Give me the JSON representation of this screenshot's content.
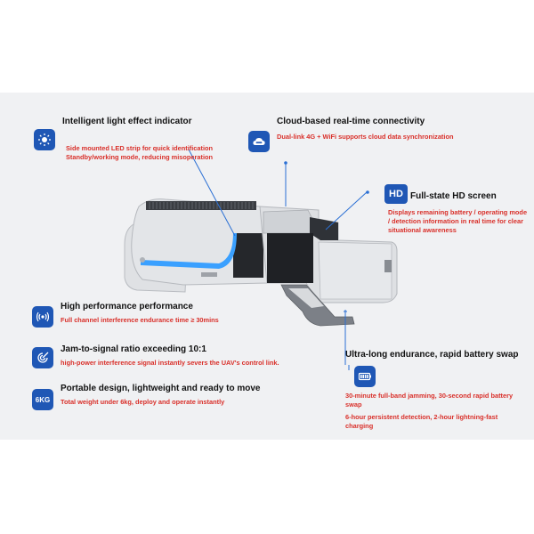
{
  "features": {
    "light": {
      "title": "Intelligent light effect indicator",
      "desc1": "Side mounted LED strip for quick identification",
      "desc2": "Standby/working mode, reducing misoperation",
      "icon": "sun-icon"
    },
    "cloud": {
      "title": "Cloud-based real-time connectivity",
      "desc": "Dual-link 4G + WiFi supports cloud data synchronization",
      "icon": "cloud-infinity-icon"
    },
    "screen": {
      "title": "Full-state HD screen",
      "badge": "HD",
      "desc": "Displays remaining battery / operating mode / detection information in real time for clear situational awareness",
      "icon": "hd-icon"
    },
    "performance": {
      "title": "High performance performance",
      "desc": "Full channel interference endurance time ≥ 30mins",
      "icon": "signal-wave-icon"
    },
    "ratio": {
      "title": "Jam-to-signal ratio exceeding 10:1",
      "desc": "high-power interference signal instantly severs the UAV's control link.",
      "icon": "target-icon"
    },
    "portable": {
      "title": "Portable design, lightweight and ready to move",
      "badge": "6KG",
      "desc": "Total weight under 6kg, deploy and operate instantly",
      "icon": "weight-6kg-icon"
    },
    "battery": {
      "title": "Ultra-long endurance, rapid battery swap",
      "desc1": "30-minute full-band jamming, 30-second rapid battery swap",
      "desc2": "6-hour persistent detection, 2-hour lightning-fast charging",
      "icon": "battery-icon"
    }
  },
  "colors": {
    "accent_blue": "#1f57b5",
    "desc_red": "#d9302a",
    "led_blue": "#3aa0ff"
  }
}
